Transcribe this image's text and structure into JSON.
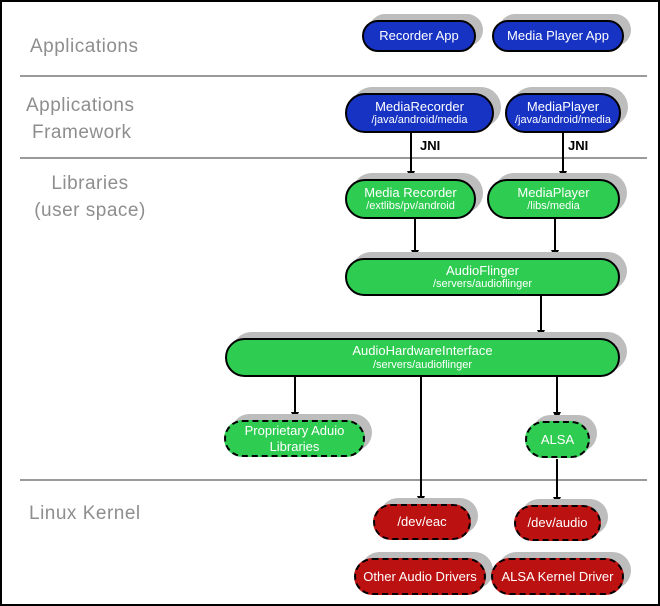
{
  "colors": {
    "app_blue": "#1733c4",
    "lib_green": "#2fcc52",
    "kernel_red": "#bb1111",
    "shadow_gray": "#bdbdbd",
    "section_label_gray": "#8e8e8e",
    "separator_gray": "#9a9a9a"
  },
  "section_labels": {
    "applications": "Applications",
    "framework_line1": "Applications",
    "framework_line2": "Framework",
    "libraries_line1": "Libraries",
    "libraries_line2": "(user space)",
    "kernel": "Linux Kernel"
  },
  "jni_label": "JNI",
  "nodes": {
    "recorder_app": {
      "title": "Recorder App"
    },
    "media_player_app": {
      "title": "Media Player App"
    },
    "media_recorder_fw": {
      "title": "MediaRecorder",
      "path": "/java/android/media"
    },
    "media_player_fw": {
      "title": "MediaPlayer",
      "path": "/java/android/media"
    },
    "media_recorder_lib": {
      "title": "Media Recorder",
      "path": "/extlibs/pv/android"
    },
    "media_player_lib": {
      "title": "MediaPlayer",
      "path": "/libs/media"
    },
    "audioflinger": {
      "title": "AudioFlinger",
      "path": "/servers/audioflinger"
    },
    "audio_hw_interface": {
      "title": "AudioHardwareInterface",
      "path": "/servers/audioflinger"
    },
    "proprietary_audio": {
      "title": "Proprietary Aduio",
      "title2": "Libraries"
    },
    "alsa": {
      "title": "ALSA"
    },
    "dev_eac": {
      "title": "/dev/eac"
    },
    "dev_audio": {
      "title": "/dev/audio"
    },
    "other_audio_drivers": {
      "title": "Other Audio Drivers"
    },
    "alsa_kernel_driver": {
      "title": "ALSA Kernel Driver"
    }
  }
}
